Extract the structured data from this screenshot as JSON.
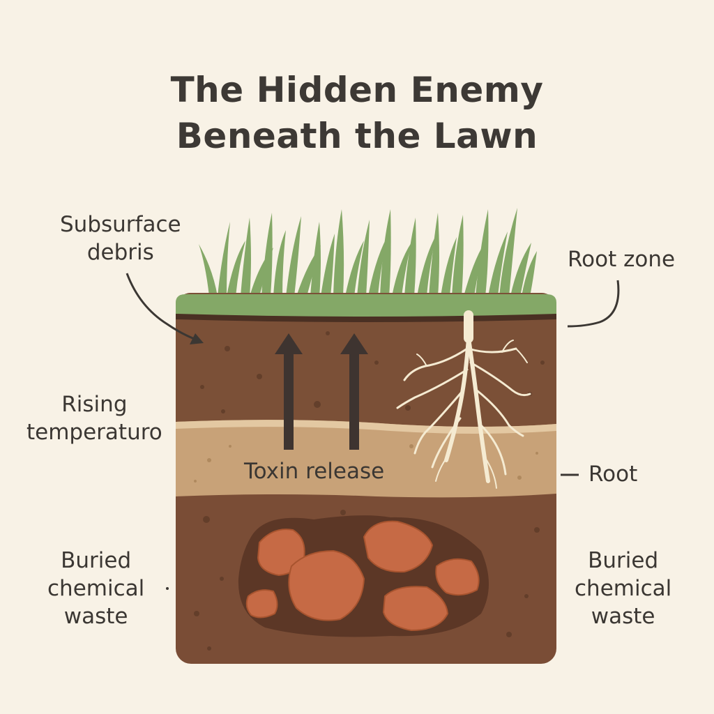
{
  "title": {
    "line1": "The Hidden Enemy",
    "line2": "Beneath the Lawn"
  },
  "labels": {
    "subsurface_debris": [
      "Subsurface",
      "debris"
    ],
    "root_zone": "Root zone",
    "rising_temperature": [
      "Rising",
      "temperaturo"
    ],
    "toxin_release": "Toxin release",
    "root": "Root",
    "buried_waste_left": [
      "Buried",
      "chemical",
      "waste"
    ],
    "buried_waste_right": [
      "Buried",
      "chemical",
      "waste"
    ]
  },
  "colors": {
    "background": "#f8f2e6",
    "grass": "#84a867",
    "topsoil": "#7b5037",
    "sand_layer": "#c8a278",
    "subsoil": "#7a4d36",
    "rock": "#c66a45",
    "root": "#f5ebd2",
    "arrow": "#3e3430"
  }
}
